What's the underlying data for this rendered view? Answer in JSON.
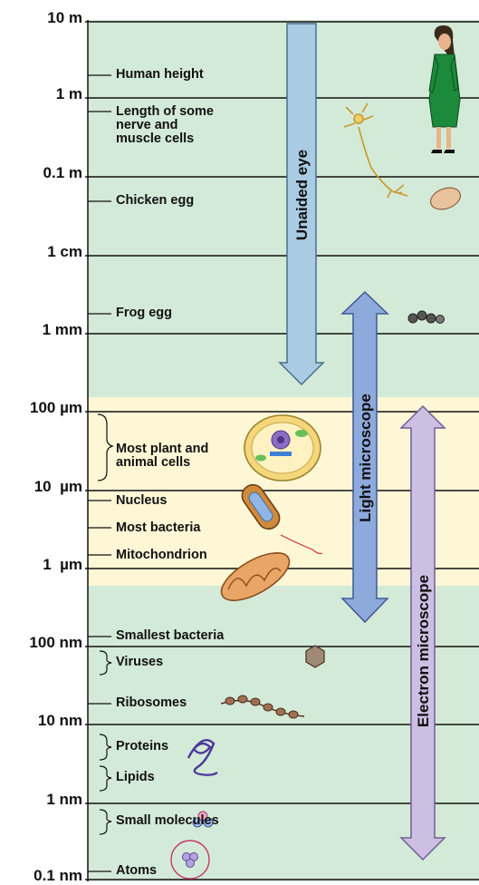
{
  "scale_labels": [
    "10 m",
    "1 m",
    "0.1 m",
    "1 cm",
    "1 mm",
    "100 µm",
    "10  µm",
    "1  µm",
    "100 nm",
    "10 nm",
    "1 nm",
    "0.1 nm"
  ],
  "items": {
    "human_height": "Human height",
    "nerve_cells": "Length of some\nnerve and\nmuscle cells",
    "chicken_egg": "Chicken egg",
    "frog_egg": "Frog egg",
    "plant_animal_cells": "Most plant and\nanimal cells",
    "nucleus": "Nucleus",
    "bacteria": "Most bacteria",
    "mitochondrion": "Mitochondrion",
    "smallest_bacteria": "Smallest bacteria",
    "viruses": "Viruses",
    "ribosomes": "Ribosomes",
    "proteins": "Proteins",
    "lipids": "Lipids",
    "small_molecules": "Small molecules",
    "atoms": "Atoms"
  },
  "ranges": {
    "unaided_eye": "Unaided eye",
    "light_microscope": "Light microscope",
    "electron_microscope": "Electron microscope"
  },
  "colors": {
    "green_band": "#d4ead8",
    "cream_band": "#fdf7d6",
    "unaided_eye_arrow": "#a9cbe3",
    "light_microscope_arrow": "#8ea9dc",
    "electron_microscope_arrow": "#cdbfe2"
  }
}
